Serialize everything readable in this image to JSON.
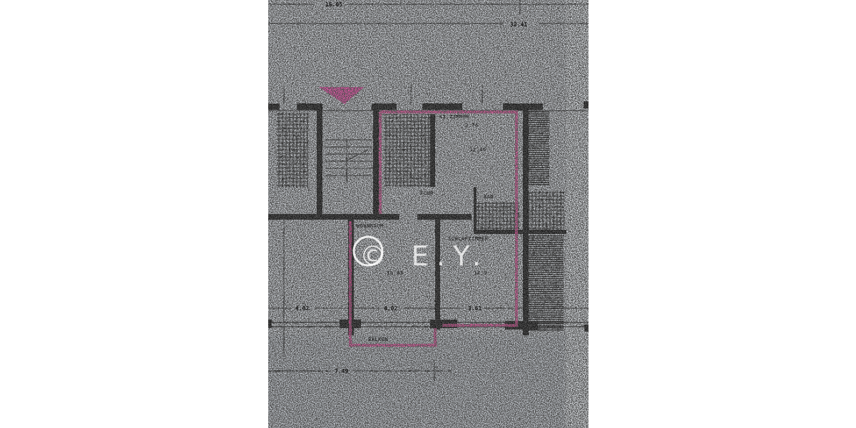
{
  "plan": {
    "dimensions": {
      "top_total_left": "16.05",
      "top_total_right": "32.41",
      "bottom_total": "7.49",
      "room_width_left": "4.02",
      "room_width_wohnraum": "4.02",
      "room_width_schlafzimmer": "3.61",
      "kizimmer_width": "3.76"
    },
    "rooms": {
      "kizimmer": {
        "name": "KI.ZIMMER",
        "area": "12.46"
      },
      "flur": {
        "name": "FLUR"
      },
      "bad": {
        "name": "BAD"
      },
      "wohnraum": {
        "name": "WOHNRAUM",
        "area": "19.85"
      },
      "schlafzimmer": {
        "name": "SCHLAFZIMMER",
        "area": "14.0"
      },
      "balkon": {
        "name": "BALKON"
      }
    },
    "watermark": "© E.Y.",
    "colors": {
      "paper": "#c9cdd2",
      "ink": "#151515",
      "highlight": "#e8509e"
    }
  }
}
